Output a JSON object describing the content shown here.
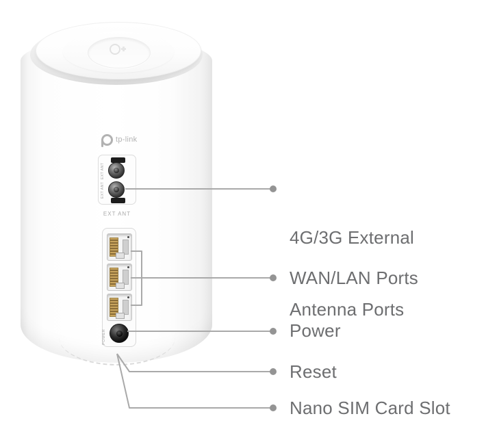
{
  "device": {
    "logo_text": "tp-link",
    "labels": {
      "ext_ant_vertical": "EXT ANT",
      "ext_ant": "EXT ANT",
      "power": "POWER"
    }
  },
  "callouts": {
    "antenna": {
      "line1": "4G/3G External",
      "line2": "Antenna Ports"
    },
    "wan": {
      "label": "WAN/LAN Ports"
    },
    "power": {
      "label": "Power"
    },
    "reset": {
      "label": "Reset"
    },
    "sim": {
      "label": "Nano SIM Card Slot"
    }
  },
  "colors": {
    "background": "#ffffff",
    "callout_text": "#6d6e70",
    "callout_line": "#a9a9a9",
    "callout_dot": "#949494",
    "device_panel_border": "#d9d9d9",
    "on_device_text": "#a8a8a8",
    "logo_gray": "#b2b2b2"
  }
}
